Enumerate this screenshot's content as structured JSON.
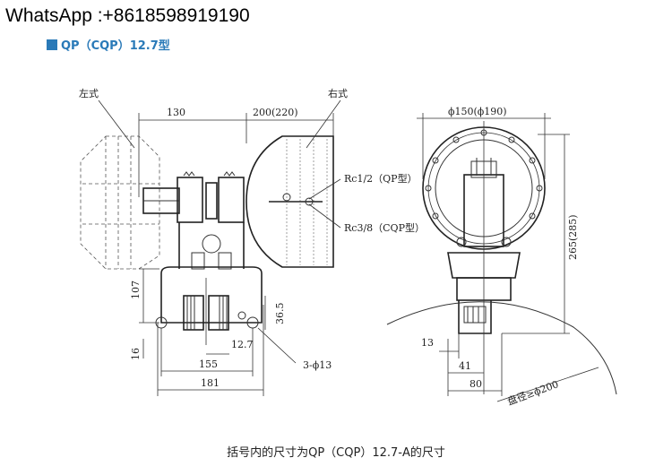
{
  "header": {
    "watermark": "WhatsApp :+8618598919190",
    "section_title": "QP（CQP）12.7型"
  },
  "caption": "括号内的尺寸为QP（CQP）12.7-A的尺寸",
  "labels": {
    "left_type": "左式",
    "right_type": "右式",
    "dim_130": "130",
    "dim_200": "200(220)",
    "rc12": "Rc1/2（QP型）",
    "rc38": "Rc3/8（CQP型）",
    "dim_107": "107",
    "dim_365": "36.5",
    "dim_16": "16",
    "dim_127": "12.7",
    "dim_155": "155",
    "dim_hole": "3-ϕ13",
    "dim_181": "181",
    "dim_150": "ϕ150(ϕ190)",
    "dim_265": "265(285)",
    "dim_13": "13",
    "dim_41": "41",
    "dim_80": "80",
    "disc_dia": "盘径≥ϕ200"
  }
}
